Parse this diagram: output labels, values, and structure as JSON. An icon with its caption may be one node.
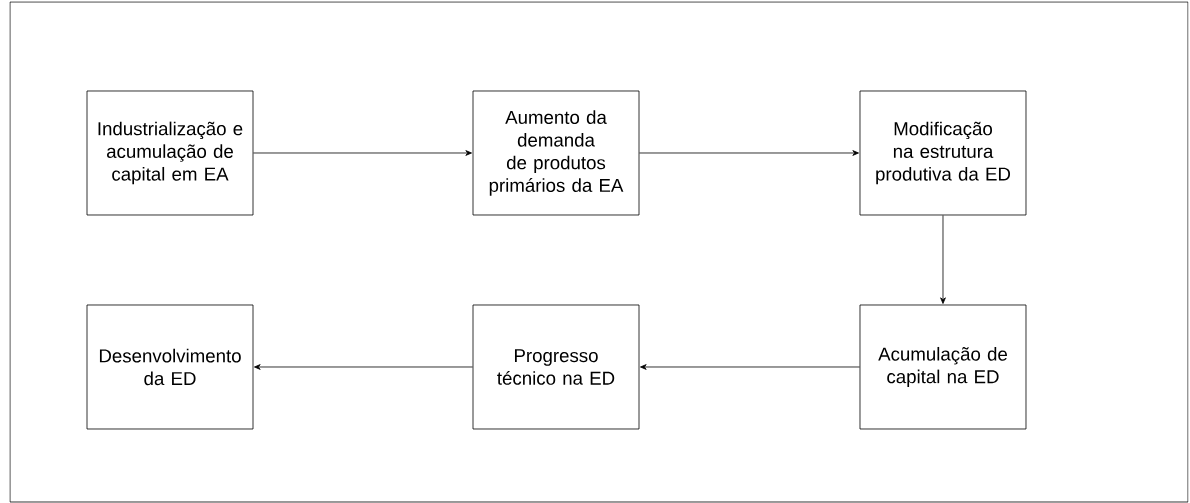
{
  "diagram": {
    "nodes": [
      {
        "text": [
          "Industrialização e acumulação de capital em EA"
        ]
      },
      {
        "text": [
          "Aumento da demanda de produtos primários da EA"
        ]
      },
      {
        "text": [
          "Modificação na estrutura produtiva da ED"
        ]
      },
      {
        "text": [
          "Desenvolvimento da ED"
        ]
      },
      {
        "text": [
          "Progresso técnico na ED"
        ]
      },
      {
        "text": [
          "Acumulação de capital na ED"
        ]
      }
    ],
    "edges": [
      {
        "from": 0,
        "to": 1,
        "arrow": "to"
      },
      {
        "from": 1,
        "to": 2,
        "arrow": "to"
      },
      {
        "from": 2,
        "to": 5,
        "arrow": "to"
      },
      {
        "from": 5,
        "to": 4,
        "arrow": "to"
      },
      {
        "from": 4,
        "to": 3,
        "arrow": "to"
      }
    ]
  }
}
